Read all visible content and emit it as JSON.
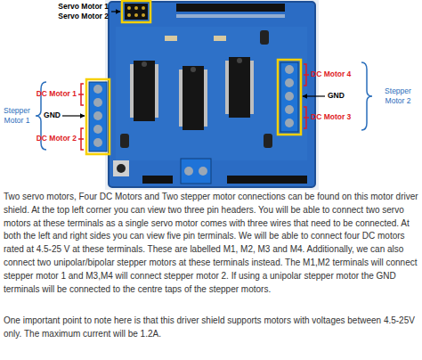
{
  "diagram": {
    "labels": [
      "Servo Motor 1",
      "Servo Motor 2",
      "DC Motor 1",
      "GND",
      "DC Motor 2",
      "Stepper Motor 1",
      "DC Motor 4",
      "GND",
      "DC Motor 3",
      "Stepper Motor 2",
      "Two servo motors, Four DC Motors and Two stepper motor connections can be found on this motor driver shield. At the top left corner you can view two three pin headers. You will be able to connect two servo motors at these terminals as a single servo motor comes with three wires that need to be connected. At both the left and right sides you can view five pin terminals. We will be able to connect four DC motors rated at 4.5-25 V at these terminals. These are labelled M1, M2, M3 and M4. Additionally, we can also connect two unipolar/bipolar stepper motors at these terminals instead. The M1,M2 terminals will connect stepper motor 1 and M3,M4 will connect stepper motor 2. If using a unipolar stepper motor the GND terminals will be connected to the centre taps of the stepper motors.",
      "One important point to note here is that this driver shield supports motors with voltages between 4.5-25V only. The maximum current will be 1.2A."
    ]
  }
}
